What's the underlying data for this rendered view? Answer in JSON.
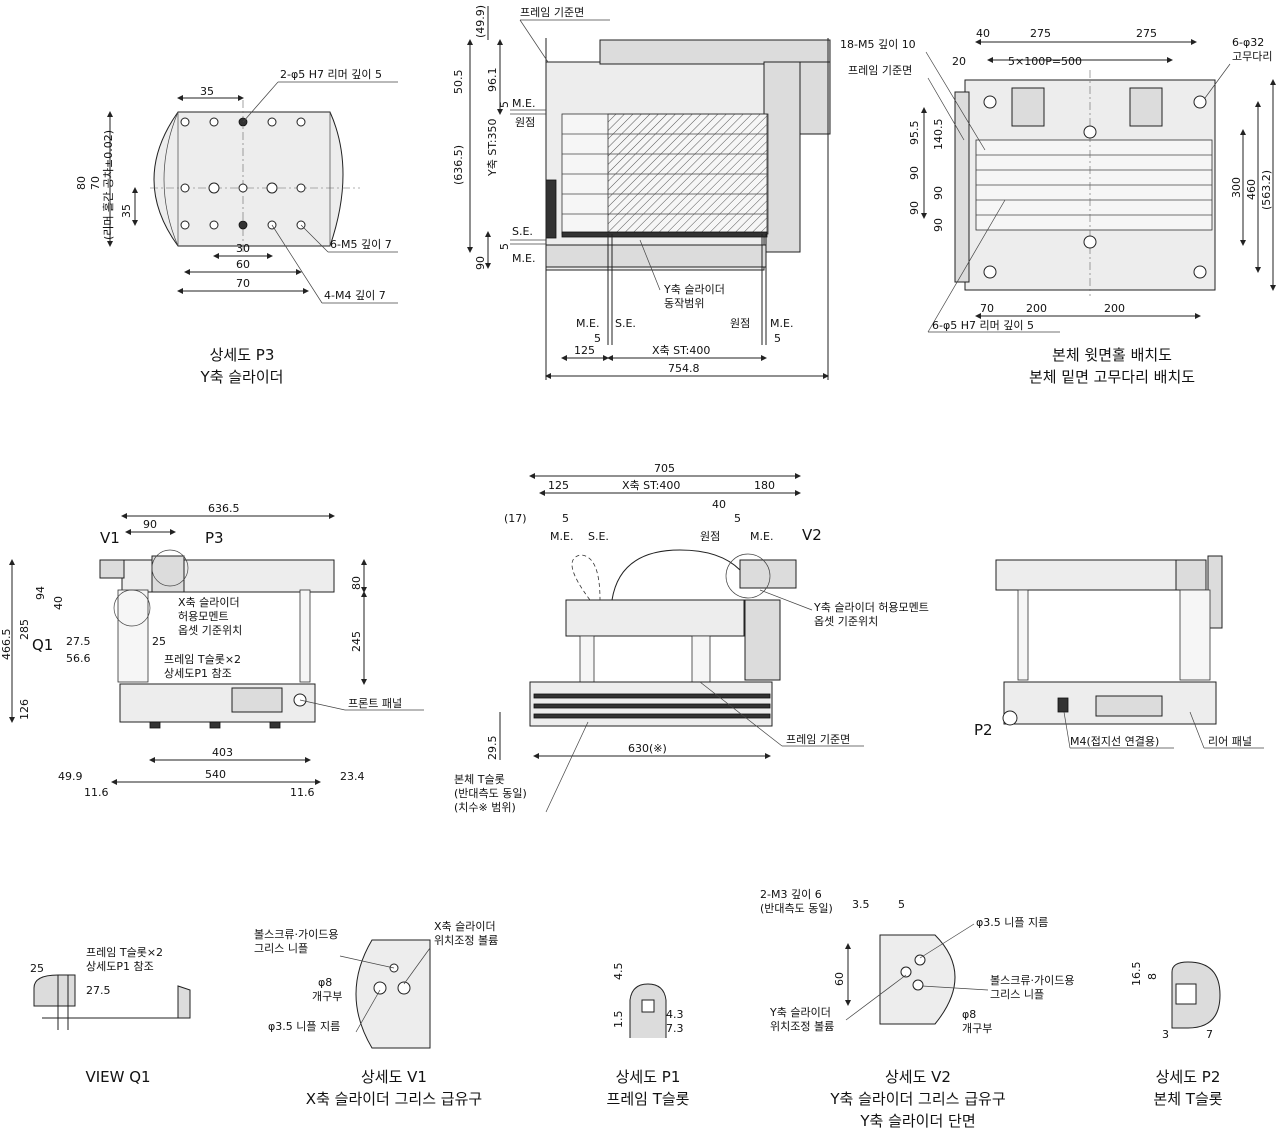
{
  "p3": {
    "caption1": "상세도 P3",
    "caption2": "Y축 슬라이더",
    "note_holes": "2-φ5 H7 리머 깊이 5",
    "note_m5": "6-M5 깊이 7",
    "note_m4": "4-M4 깊이 7",
    "tol": "(리머 홀간 공차±0.02)",
    "d35": "35",
    "d80": "80",
    "d70v": "70",
    "d35v": "35",
    "d30": "30",
    "d60": "60",
    "d70": "70"
  },
  "top": {
    "frame_ref": "프레임 기준면",
    "d49_9": "(49.9)",
    "d50_5": "50.5",
    "d96_1": "96.1",
    "d5a": "5",
    "me1": "M.E.",
    "origin1": "원점",
    "d636_5": "(636.5)",
    "yst": "Y축 ST:350",
    "se1": "S.E.",
    "d5b": "5",
    "me2": "M.E.",
    "d90": "90",
    "yrange1": "Y축 슬라이더",
    "yrange2": "동작범위",
    "me3": "M.E.",
    "se2": "S.E.",
    "d5c": "5",
    "origin2": "원점",
    "me4": "M.E.",
    "d5d": "5",
    "d125": "125",
    "xst": "X축 ST:400",
    "d754_8": "754.8"
  },
  "holes": {
    "caption1": "본체 윗면홀 배치도",
    "caption2": "본체 밑면 고무다리 배치도",
    "d40": "40",
    "d275a": "275",
    "d275b": "275",
    "note_m5": "18-M5 깊이 10",
    "rubber1": "6-φ32",
    "rubber2": "고무다리",
    "frame_ref": "프레임 기준면",
    "d20": "20",
    "pitch": "5×100P=500",
    "d95_5": "95.5",
    "d140_5": "140.5",
    "d90a": "90",
    "d90b": "90",
    "d90c": "90",
    "d90d": "90",
    "d300": "300",
    "d460": "460",
    "d563_2": "(563.2)",
    "d70": "70",
    "d200a": "200",
    "d200b": "200",
    "note_holes": "6-φ5 H7 리머 깊이 5"
  },
  "front": {
    "d636_5": "636.5",
    "v1": "V1",
    "d90": "90",
    "p3": "P3",
    "d94": "94",
    "d40": "40",
    "d466_5": "466.5",
    "d285": "285",
    "q1": "Q1",
    "d27_5": "27.5",
    "d25": "25",
    "d56_6": "56.6",
    "d126": "126",
    "xmom1": "X축 슬라이더",
    "xmom2": "허용모멘트",
    "xmom3": "옵셋 기준위치",
    "tslot1": "프레임 T슬롯×2",
    "tslot2": "상세도P1 참조",
    "d80": "80",
    "d245": "245",
    "panel": "프론트 패널",
    "d403": "403",
    "d49_9": "49.9",
    "d540": "540",
    "d23_4": "23.4",
    "d11_6a": "11.6",
    "d11_6b": "11.6"
  },
  "side": {
    "d705": "705",
    "d125": "125",
    "xst": "X축 ST:400",
    "d180": "180",
    "d17": "(17)",
    "d5a": "5",
    "d40": "40",
    "d5b": "5",
    "me1": "M.E.",
    "se1": "S.E.",
    "origin": "원점",
    "me2": "M.E.",
    "v2": "V2",
    "ymom1": "Y축 슬라이더 허용모멘트",
    "ymom2": "옵셋 기준위치",
    "d29_5": "29.5",
    "d630": "630(※)",
    "frame_ref": "프레임 기준면",
    "tslot1": "본체 T슬롯",
    "tslot2": "(반대측도 동일)",
    "tslot3": "(치수※ 범위)"
  },
  "rear": {
    "p2": "P2",
    "m4": "M4(접지선 연결용)",
    "panel": "리어 패널"
  },
  "q1": {
    "caption": "VIEW Q1",
    "d25": "25",
    "d27_5": "27.5",
    "note1": "프레임 T슬롯×2",
    "note2": "상세도P1 참조"
  },
  "v1": {
    "caption1": "상세도 V1",
    "caption2": "X축 슬라이더 그리스 급유구",
    "n1": "볼스크류·가이드용",
    "n2": "그리스 니플",
    "n3": "X축 슬라이더",
    "n4": "위치조정 볼륨",
    "n5": "φ8",
    "n6": "개구부",
    "n7": "φ3.5 니플 지름"
  },
  "p1": {
    "caption1": "상세도 P1",
    "caption2": "프레임 T슬롯",
    "d4_5": "4.5",
    "d1_5": "1.5",
    "d4_3": "4.3",
    "d7_3": "7.3"
  },
  "v2": {
    "caption1": "상세도 V2",
    "caption2": "Y축 슬라이더 그리스 급유구",
    "caption3": "Y축 슬라이더 단면",
    "n1": "2-M3 깊이 6",
    "n2": "(반대측도 동일)",
    "d3_5": "3.5",
    "d5": "5",
    "n3": "φ3.5 니플 지름",
    "d60": "60",
    "n4": "볼스크류·가이드용",
    "n5": "그리스 니플",
    "n6": "φ8",
    "n7": "개구부",
    "n8": "Y축 슬라이더",
    "n9": "위치조정 볼륨"
  },
  "p2": {
    "caption1": "상세도 P2",
    "caption2": "본체 T슬롯",
    "d16_5": "16.5",
    "d8": "8",
    "d3": "3",
    "d7": "7"
  }
}
